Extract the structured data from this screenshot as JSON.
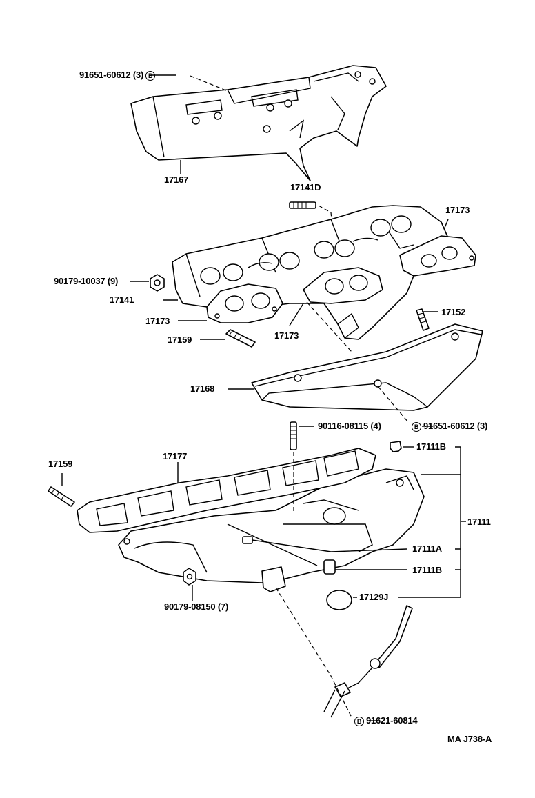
{
  "diagram": {
    "code": "MA  J738-A",
    "bolt_marker": "B",
    "labels": {
      "p_91651_top": "91651-60612 (3)",
      "p_17167": "17167",
      "p_17141D": "17141D",
      "p_17173_top": "17173",
      "p_90179_10037": "90179-10037 (9)",
      "p_17141": "17141",
      "p_17173_left": "17173",
      "p_17173_mid": "17173",
      "p_17152": "17152",
      "p_17159_top": "17159",
      "p_17168": "17168",
      "p_91651_bottom": "91651-60612  (3)",
      "p_90116": "90116-08115 (4)",
      "p_17111B_top": "17111B",
      "p_17159_bottom": "17159",
      "p_17177": "17177",
      "p_17111": "17111",
      "p_17111A": "17111A",
      "p_17111B_bottom": "17111B",
      "p_17129J": "17129J",
      "p_90179_08150": "90179-08150 (7)",
      "p_91621": "91621-60814"
    }
  }
}
